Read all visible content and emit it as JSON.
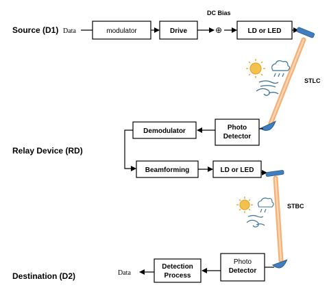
{
  "labels": {
    "source": "Source (D1)",
    "relay": "Relay Device (RD)",
    "destination": "Destination (D2)",
    "dc_bias": "DC Bias",
    "data_in": "Data",
    "data_out": "Data",
    "link1": "STLC",
    "link2": "STBC"
  },
  "blocks": {
    "modulator": "modulator",
    "drive": "Drive",
    "ld1": "LD or LED",
    "photo1_line1": "Photo",
    "photo1_line2": "Detector",
    "demodulator": "Demodulator",
    "beamforming": "Beamforming",
    "ld2": "LD or LED",
    "photo2_line1": "Photo",
    "photo2_line2": "Detector",
    "detection_line1": "Detection",
    "detection_line2": "Process"
  },
  "symbols": {
    "adder": "⊕"
  },
  "colors": {
    "beam": "#f4a86a",
    "beam_core": "#f7c49a",
    "device": "#3f7fc1",
    "sun": "#e9a42b",
    "weather": "#3a6f96"
  }
}
